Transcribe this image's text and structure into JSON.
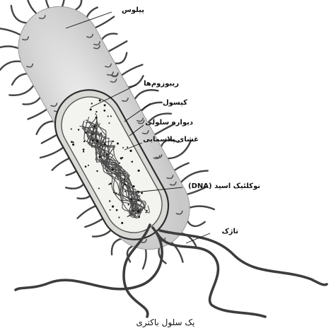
{
  "labels": {
    "pilus": "پیلوس",
    "ribosomes": "ریبوزوم‌ها",
    "capsule": "کپسول",
    "cell_wall": "دیواره سلولی",
    "plasma_membrane": "غشای پلاسمایی",
    "nucleic_acid": "نوکلئیک اسید (DNA)",
    "flagellum": "تاژک"
  },
  "caption": "یک سلول باکتری",
  "colors": {
    "capsule_fill": "#dcdcdc",
    "cytoplasm_fill": "#f3f3ef",
    "outline": "#3a3a3a",
    "dna": "#4a4a4a"
  }
}
